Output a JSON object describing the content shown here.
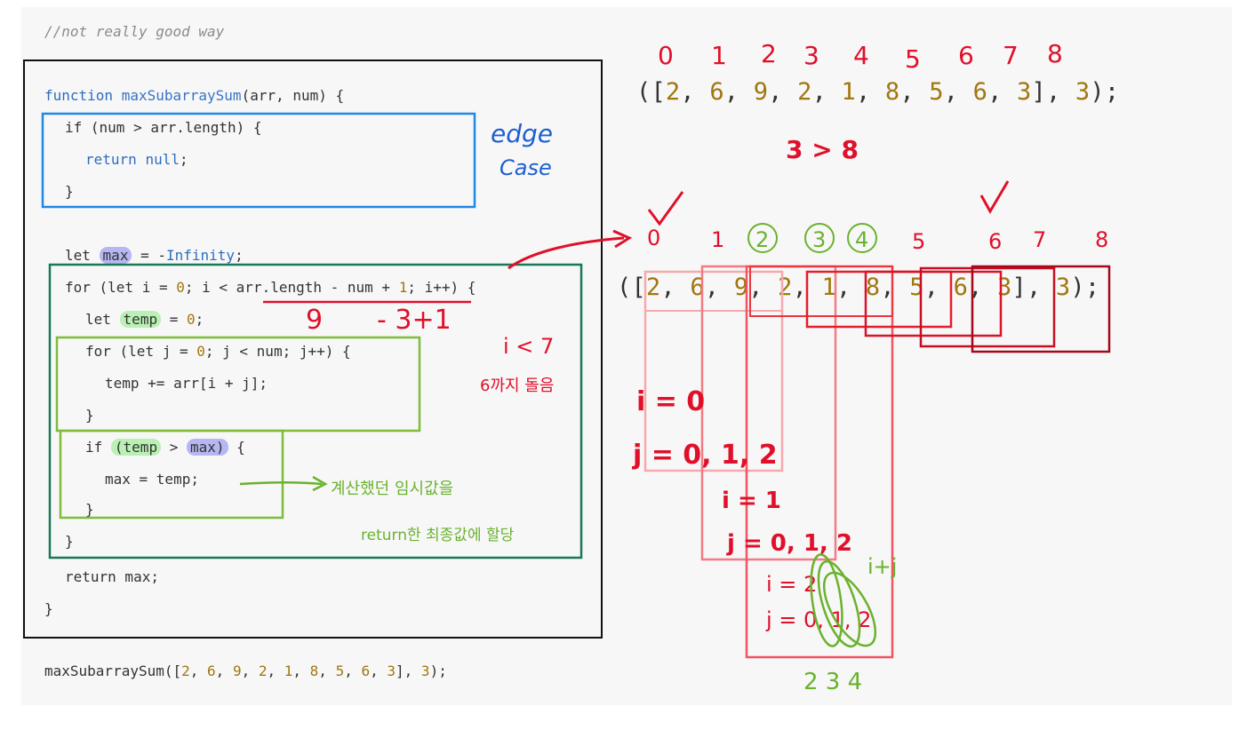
{
  "comment": "//not really good way",
  "code": {
    "fn_keyword": "function",
    "fn_name": "maxSubarraySum",
    "fn_params": "(arr, num) {",
    "if1": "if (num > arr.length) {",
    "return_kw": "return",
    "return_val": "null",
    "close": "}",
    "let_kw": "let",
    "max_var": "max",
    "max_assign": "= -",
    "infinity": "Infinity",
    "semi": ";",
    "for_outer_kw": "for",
    "for_outer": " (let i = ",
    "for_outer_zero": "0",
    "for_outer_rest": "; i < arr.length - num + ",
    "for_outer_one": "1",
    "for_outer_end": "; i++) {",
    "temp_var": "temp",
    "temp_assign": "= ",
    "temp_zero": "0",
    "for_inner_kw": "for",
    "for_inner": " (let j = ",
    "for_inner_zero": "0",
    "for_inner_end": "; j < num; j++) {",
    "temp_add": "temp += arr[i + j];",
    "if2_kw": "if",
    "if2_temp": "(temp",
    "if2_gt": ">",
    "if2_max": "max)",
    "if2_end": " {",
    "max_temp": "max = temp;",
    "return_max": "return max;"
  },
  "call": {
    "name": "maxSubarraySum([",
    "values": [
      "2",
      "6",
      "9",
      "2",
      "1",
      "8",
      "5",
      "6",
      "3"
    ],
    "tail_open": "], ",
    "num": "3",
    "tail_close": ");"
  },
  "array_top": {
    "open": "([",
    "values": [
      "2",
      "6",
      "9",
      "2",
      "1",
      "8",
      "5",
      "6",
      "3"
    ],
    "mid": "], ",
    "num": "3",
    "close": ");"
  },
  "array_bottom": {
    "open": "([",
    "values": [
      "2",
      "6",
      "9",
      "2",
      "1",
      "8",
      "5",
      "6",
      "3"
    ],
    "mid": "], ",
    "num": "3",
    "close": ");"
  },
  "annotations": {
    "edge": "edge",
    "case": "Case",
    "compare": "3 > 8",
    "top_indices": [
      "0",
      "1",
      "2",
      "3",
      "4",
      "5",
      "6",
      "7",
      "8"
    ],
    "bottom_indices": [
      "0",
      "1",
      "2",
      "3",
      "4",
      "5",
      "6",
      "7",
      "8"
    ],
    "nine": "9",
    "minus_three_plus_one": "- 3+1",
    "i_lt_7": "i < 7",
    "six_round": "6까지 돌음",
    "i0": "i = 0",
    "j012_a": "j = 0, 1, 2",
    "i1": "i = 1",
    "j012_b": "j = 0, 1, 2",
    "i2": "i = 2",
    "j012_c": "j = 0, 1, 2",
    "i_plus_j": "i+j",
    "sum_idx": "2 3 4",
    "green_note_1": "계산했던 임시값을",
    "green_note_2": "return한 최종값에 할당"
  },
  "colors": {
    "keyword": "#2e6dbf",
    "number": "#a0770f",
    "red": "#e0102a",
    "green": "#6ab22e",
    "blue_box": "#1e88e5",
    "teal_box": "#177a55",
    "highlight_blue": "#b6b6f2",
    "highlight_green": "#b9f0b4"
  }
}
